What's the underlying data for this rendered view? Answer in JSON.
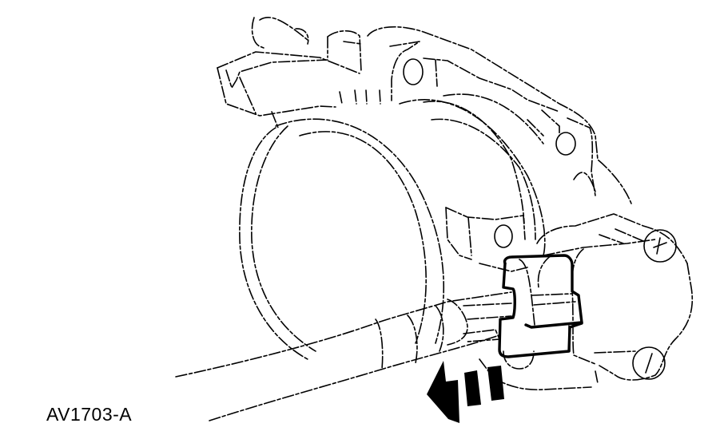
{
  "figure": {
    "caption": "AV1703-A",
    "subject": "throttle body with electrical connector being disconnected",
    "annotations": {
      "direction_arrow": "pull-left-arrow"
    },
    "colors": {
      "line": "#000000",
      "background": "#ffffff"
    }
  }
}
